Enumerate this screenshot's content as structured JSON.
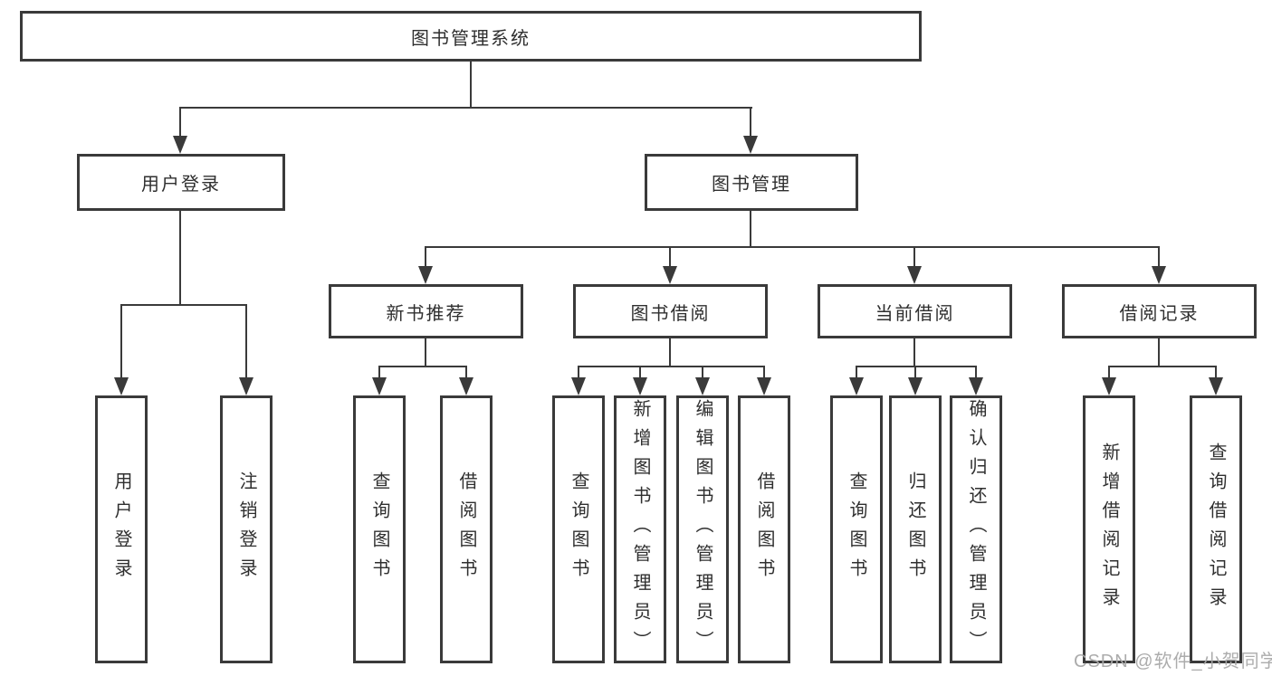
{
  "tree": {
    "label": "图书管理系统",
    "children": [
      {
        "label": "用户登录",
        "children": [
          {
            "label": "用户登录"
          },
          {
            "label": "注销登录"
          }
        ]
      },
      {
        "label": "图书管理",
        "children": [
          {
            "label": "新书推荐",
            "children": [
              {
                "label": "查询图书"
              },
              {
                "label": "借阅图书"
              }
            ]
          },
          {
            "label": "图书借阅",
            "children": [
              {
                "label": "查询图书"
              },
              {
                "label": "新增图书（管理员）"
              },
              {
                "label": "编辑图书（管理员）"
              },
              {
                "label": "借阅图书"
              }
            ]
          },
          {
            "label": "当前借阅",
            "children": [
              {
                "label": "查询图书"
              },
              {
                "label": "归还图书"
              },
              {
                "label": "确认归还（管理员）"
              }
            ]
          },
          {
            "label": "借阅记录",
            "children": [
              {
                "label": "新增借阅记录"
              },
              {
                "label": "查询借阅记录"
              }
            ]
          }
        ]
      }
    ]
  },
  "watermark": "CSDN @软件_小贺同学",
  "colors": {
    "line": "#3a3a3a",
    "border": "#3a3a3a",
    "text": "#2f2f2f",
    "watermark": "#a8a8a8",
    "background": "#ffffff"
  }
}
